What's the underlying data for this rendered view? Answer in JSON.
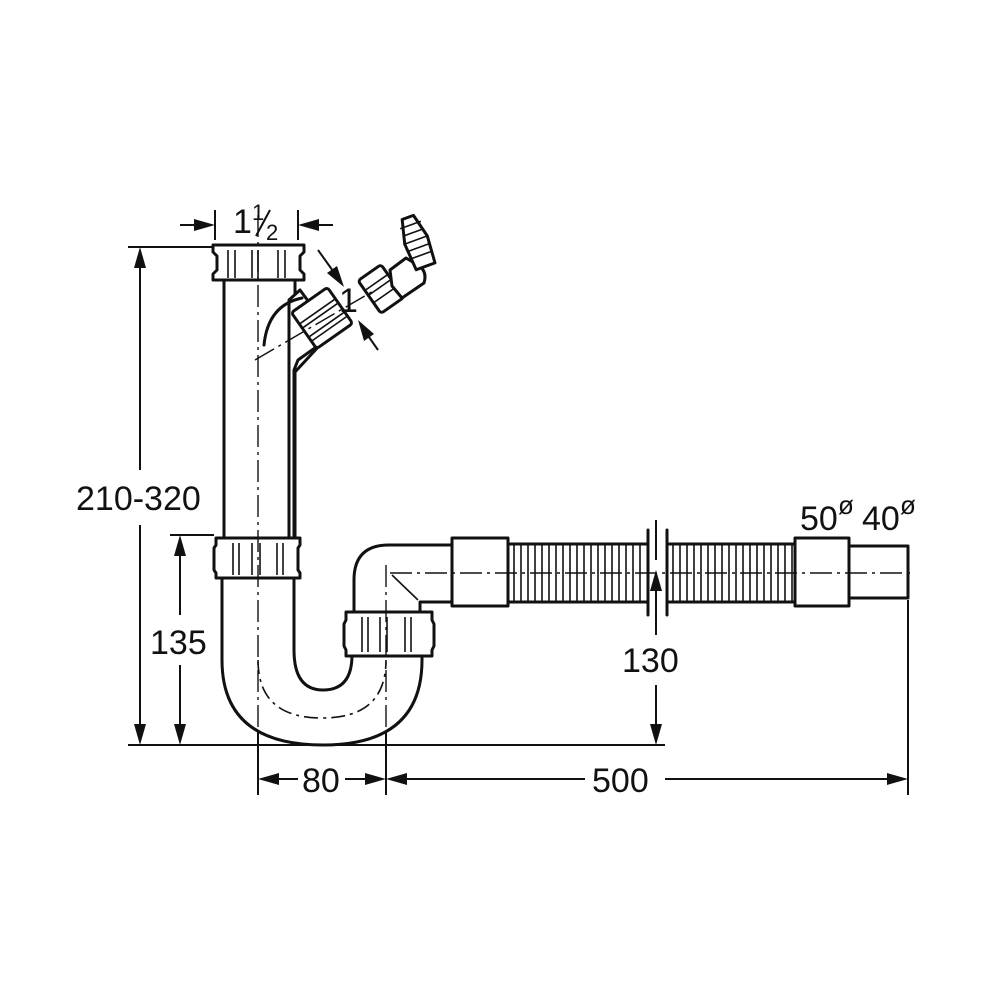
{
  "dimensions": {
    "pipe_size": {
      "whole": "1",
      "numerator": "1",
      "denominator": "2"
    },
    "branch_size": "1",
    "total_height": "210-320",
    "trap_height": "135",
    "outlet_height": "130",
    "trap_width": "80",
    "hose_length": "500",
    "hose_diameter_large": "50",
    "hose_diameter_small": "40",
    "diameter_symbol": "ø"
  }
}
